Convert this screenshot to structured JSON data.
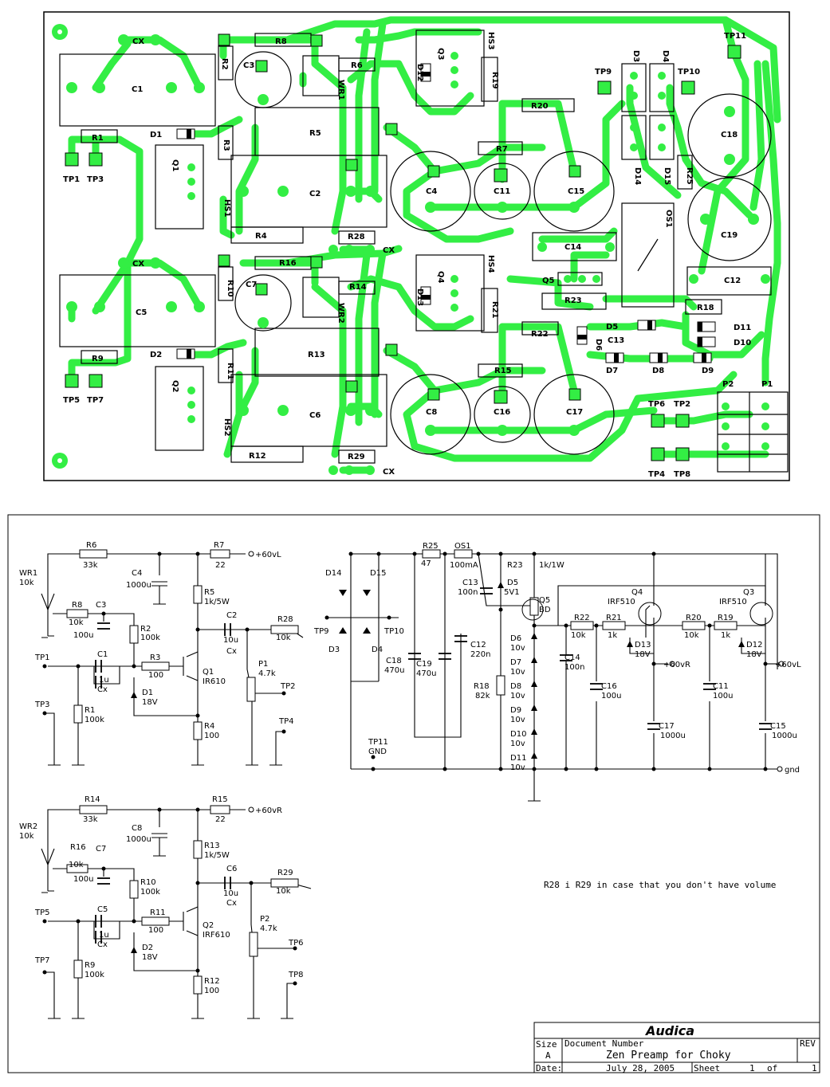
{
  "colors": {
    "trace": "#33ee44",
    "outline": "#000000",
    "board_bg": "#ffffff",
    "schematic_line": "#000000"
  },
  "pcb": {
    "labels": [
      {
        "id": "cx_top",
        "text": "CX"
      },
      {
        "id": "c1",
        "text": "C1"
      },
      {
        "id": "r1",
        "text": "R1"
      },
      {
        "id": "tp1",
        "text": "TP1"
      },
      {
        "id": "tp3",
        "text": "TP3"
      },
      {
        "id": "r2",
        "text": "R2"
      },
      {
        "id": "c3",
        "text": "C3"
      },
      {
        "id": "r8",
        "text": "R8"
      },
      {
        "id": "r6",
        "text": "R6"
      },
      {
        "id": "wr1",
        "text": "WR1"
      },
      {
        "id": "d1",
        "text": "D1"
      },
      {
        "id": "q1",
        "text": "Q1"
      },
      {
        "id": "r3",
        "text": "R3"
      },
      {
        "id": "hs1",
        "text": "HS1"
      },
      {
        "id": "r5",
        "text": "R5"
      },
      {
        "id": "c2",
        "text": "C2"
      },
      {
        "id": "r4",
        "text": "R4"
      },
      {
        "id": "r28",
        "text": "R28"
      },
      {
        "id": "cx_mid",
        "text": "CX"
      },
      {
        "id": "cx_left",
        "text": "CX"
      },
      {
        "id": "c5",
        "text": "C5"
      },
      {
        "id": "r10",
        "text": "R10"
      },
      {
        "id": "c7",
        "text": "C7"
      },
      {
        "id": "r16",
        "text": "R16"
      },
      {
        "id": "r14",
        "text": "R14"
      },
      {
        "id": "wr2",
        "text": "WR2"
      },
      {
        "id": "r9",
        "text": "R9"
      },
      {
        "id": "d2",
        "text": "D2"
      },
      {
        "id": "q2",
        "text": "Q2"
      },
      {
        "id": "r11",
        "text": "R11"
      },
      {
        "id": "hs2",
        "text": "HS2"
      },
      {
        "id": "r13",
        "text": "R13"
      },
      {
        "id": "c6",
        "text": "C6"
      },
      {
        "id": "r12",
        "text": "R12"
      },
      {
        "id": "r29",
        "text": "R29"
      },
      {
        "id": "cx_bot",
        "text": "CX"
      },
      {
        "id": "tp5",
        "text": "TP5"
      },
      {
        "id": "tp7",
        "text": "TP7"
      },
      {
        "id": "hs3",
        "text": "HS3"
      },
      {
        "id": "q3",
        "text": "Q3"
      },
      {
        "id": "d12",
        "text": "D12"
      },
      {
        "id": "r19",
        "text": "R19"
      },
      {
        "id": "r20",
        "text": "R20"
      },
      {
        "id": "r7",
        "text": "R7"
      },
      {
        "id": "c4",
        "text": "C4"
      },
      {
        "id": "c11",
        "text": "C11"
      },
      {
        "id": "c15",
        "text": "C15"
      },
      {
        "id": "hs4",
        "text": "HS4"
      },
      {
        "id": "q4",
        "text": "Q4"
      },
      {
        "id": "d13",
        "text": "D13"
      },
      {
        "id": "r21",
        "text": "R21"
      },
      {
        "id": "r22",
        "text": "R22"
      },
      {
        "id": "r15",
        "text": "R15"
      },
      {
        "id": "c8",
        "text": "C8"
      },
      {
        "id": "c16",
        "text": "C16"
      },
      {
        "id": "c17",
        "text": "C17"
      },
      {
        "id": "c14",
        "text": "C14"
      },
      {
        "id": "q5",
        "text": "Q5"
      },
      {
        "id": "r23",
        "text": "R23"
      },
      {
        "id": "d6",
        "text": "D6"
      },
      {
        "id": "d5",
        "text": "D5"
      },
      {
        "id": "c13",
        "text": "C13"
      },
      {
        "id": "d7",
        "text": "D7"
      },
      {
        "id": "d8",
        "text": "D8"
      },
      {
        "id": "d9",
        "text": "D9"
      },
      {
        "id": "tp11",
        "text": "TP11"
      },
      {
        "id": "tp9",
        "text": "TP9"
      },
      {
        "id": "d3",
        "text": "D3"
      },
      {
        "id": "d4",
        "text": "D4"
      },
      {
        "id": "tp10",
        "text": "TP10"
      },
      {
        "id": "d14",
        "text": "D14"
      },
      {
        "id": "d15",
        "text": "D15"
      },
      {
        "id": "r25",
        "text": "R25"
      },
      {
        "id": "c18",
        "text": "C18"
      },
      {
        "id": "os1",
        "text": "OS1"
      },
      {
        "id": "c19",
        "text": "C19"
      },
      {
        "id": "c12",
        "text": "C12"
      },
      {
        "id": "r18",
        "text": "R18"
      },
      {
        "id": "d11",
        "text": "D11"
      },
      {
        "id": "d10",
        "text": "D10"
      },
      {
        "id": "tp6",
        "text": "TP6"
      },
      {
        "id": "tp2",
        "text": "TP2"
      },
      {
        "id": "p2",
        "text": "P2"
      },
      {
        "id": "p1",
        "text": "P1"
      },
      {
        "id": "tp4",
        "text": "TP4"
      },
      {
        "id": "tp8",
        "text": "TP8"
      }
    ]
  },
  "schematic": {
    "labels": [
      {
        "id": "s_r6",
        "text": "R6"
      },
      {
        "id": "s_r6v",
        "text": "33k"
      },
      {
        "id": "s_r7",
        "text": "R7"
      },
      {
        "id": "s_r7v",
        "text": "22"
      },
      {
        "id": "s_60vl",
        "text": "+60vL"
      },
      {
        "id": "s_c4",
        "text": "C4"
      },
      {
        "id": "s_c4v",
        "text": "1000u"
      },
      {
        "id": "s_wr1",
        "text": "WR1"
      },
      {
        "id": "s_wr1v",
        "text": "10k"
      },
      {
        "id": "s_r8",
        "text": "R8"
      },
      {
        "id": "s_r8v",
        "text": "10k"
      },
      {
        "id": "s_c3",
        "text": "C3"
      },
      {
        "id": "s_c3v",
        "text": "100u"
      },
      {
        "id": "s_r5",
        "text": "R5"
      },
      {
        "id": "s_r5v",
        "text": "1k/5W"
      },
      {
        "id": "s_c2",
        "text": "C2"
      },
      {
        "id": "s_c2v",
        "text": "10u"
      },
      {
        "id": "s_cx2",
        "text": "Cx"
      },
      {
        "id": "s_r28",
        "text": "R28"
      },
      {
        "id": "s_r28v",
        "text": "10k"
      },
      {
        "id": "s_r2",
        "text": "R2"
      },
      {
        "id": "s_r2v",
        "text": "100k"
      },
      {
        "id": "s_tp1",
        "text": "TP1"
      },
      {
        "id": "s_c1",
        "text": "C1"
      },
      {
        "id": "s_c1v",
        "text": "1u"
      },
      {
        "id": "s_cx1",
        "text": "Cx"
      },
      {
        "id": "s_r3",
        "text": "R3"
      },
      {
        "id": "s_r3v",
        "text": "100"
      },
      {
        "id": "s_q1",
        "text": "Q1"
      },
      {
        "id": "s_q1v",
        "text": "IR610"
      },
      {
        "id": "s_p1",
        "text": "P1"
      },
      {
        "id": "s_p1v",
        "text": "4.7k"
      },
      {
        "id": "s_tp2",
        "text": "TP2"
      },
      {
        "id": "s_tp3",
        "text": "TP3"
      },
      {
        "id": "s_d1",
        "text": "D1"
      },
      {
        "id": "s_d1v",
        "text": "18V"
      },
      {
        "id": "s_r1",
        "text": "R1"
      },
      {
        "id": "s_r1v",
        "text": "100k"
      },
      {
        "id": "s_r4",
        "text": "R4"
      },
      {
        "id": "s_r4v",
        "text": "100"
      },
      {
        "id": "s_tp4",
        "text": "TP4"
      },
      {
        "id": "s_r14",
        "text": "R14"
      },
      {
        "id": "s_r14v",
        "text": "33k"
      },
      {
        "id": "s_r15",
        "text": "R15"
      },
      {
        "id": "s_r15v",
        "text": "22"
      },
      {
        "id": "s_60vr",
        "text": "+60vR"
      },
      {
        "id": "s_c8",
        "text": "C8"
      },
      {
        "id": "s_c8v",
        "text": "1000u"
      },
      {
        "id": "s_wr2",
        "text": "WR2"
      },
      {
        "id": "s_wr2v",
        "text": "10k"
      },
      {
        "id": "s_r16",
        "text": "R16"
      },
      {
        "id": "s_r16v",
        "text": "10k"
      },
      {
        "id": "s_c7",
        "text": "C7"
      },
      {
        "id": "s_c7v",
        "text": "100u"
      },
      {
        "id": "s_r13",
        "text": "R13"
      },
      {
        "id": "s_r13v",
        "text": "1k/5W"
      },
      {
        "id": "s_c6",
        "text": "C6"
      },
      {
        "id": "s_c6v",
        "text": "10u"
      },
      {
        "id": "s_cx6",
        "text": "Cx"
      },
      {
        "id": "s_r29",
        "text": "R29"
      },
      {
        "id": "s_r29v",
        "text": "10k"
      },
      {
        "id": "s_r10",
        "text": "R10"
      },
      {
        "id": "s_r10v",
        "text": "100k"
      },
      {
        "id": "s_tp5",
        "text": "TP5"
      },
      {
        "id": "s_c5",
        "text": "C5"
      },
      {
        "id": "s_c5v",
        "text": "1u"
      },
      {
        "id": "s_cx5",
        "text": "Cx"
      },
      {
        "id": "s_r11",
        "text": "R11"
      },
      {
        "id": "s_r11v",
        "text": "100"
      },
      {
        "id": "s_q2",
        "text": "Q2"
      },
      {
        "id": "s_q2v",
        "text": "IRF610"
      },
      {
        "id": "s_p2",
        "text": "P2"
      },
      {
        "id": "s_p2v",
        "text": "4.7k"
      },
      {
        "id": "s_tp6",
        "text": "TP6"
      },
      {
        "id": "s_tp7",
        "text": "TP7"
      },
      {
        "id": "s_d2",
        "text": "D2"
      },
      {
        "id": "s_d2v",
        "text": "18V"
      },
      {
        "id": "s_r9",
        "text": "R9"
      },
      {
        "id": "s_r9v",
        "text": "100k"
      },
      {
        "id": "s_r12",
        "text": "R12"
      },
      {
        "id": "s_r12v",
        "text": "100"
      },
      {
        "id": "s_tp8",
        "text": "TP8"
      },
      {
        "id": "s_r25",
        "text": "R25"
      },
      {
        "id": "s_r25v",
        "text": "47"
      },
      {
        "id": "s_os1",
        "text": "OS1"
      },
      {
        "id": "s_os1v",
        "text": "100mA"
      },
      {
        "id": "s_r23",
        "text": "R23"
      },
      {
        "id": "s_r23v",
        "text": "1k/1W"
      },
      {
        "id": "s_d14",
        "text": "D14"
      },
      {
        "id": "s_d15",
        "text": "D15"
      },
      {
        "id": "s_c13",
        "text": "C13"
      },
      {
        "id": "s_c13v",
        "text": "100n"
      },
      {
        "id": "s_d5",
        "text": "D5"
      },
      {
        "id": "s_d5v",
        "text": "5V1"
      },
      {
        "id": "s_q5",
        "text": "Q5"
      },
      {
        "id": "s_q5v",
        "text": "BD"
      },
      {
        "id": "s_q4",
        "text": "Q4"
      },
      {
        "id": "s_q4v",
        "text": "IRF510"
      },
      {
        "id": "s_q3",
        "text": "Q3"
      },
      {
        "id": "s_q3v",
        "text": "IRF510"
      },
      {
        "id": "s_tp9",
        "text": "TP9"
      },
      {
        "id": "s_tp10",
        "text": "TP10"
      },
      {
        "id": "s_d3",
        "text": "D3"
      },
      {
        "id": "s_d4",
        "text": "D4"
      },
      {
        "id": "s_r22",
        "text": "R22"
      },
      {
        "id": "s_r22v",
        "text": "10k"
      },
      {
        "id": "s_r21",
        "text": "R21"
      },
      {
        "id": "s_r21v",
        "text": "1k"
      },
      {
        "id": "s_r20",
        "text": "R20"
      },
      {
        "id": "s_r20v",
        "text": "10k"
      },
      {
        "id": "s_r19",
        "text": "R19"
      },
      {
        "id": "s_r19v",
        "text": "1k"
      },
      {
        "id": "s_d13",
        "text": "D13"
      },
      {
        "id": "s_d13v",
        "text": "18V"
      },
      {
        "id": "s_d12",
        "text": "D12"
      },
      {
        "id": "s_d12v",
        "text": "18V"
      },
      {
        "id": "s_60vr2",
        "text": "+60vR"
      },
      {
        "id": "s_60vl2",
        "text": "+60vL"
      },
      {
        "id": "s_c12",
        "text": "C12"
      },
      {
        "id": "s_c12v",
        "text": "220n"
      },
      {
        "id": "s_d6",
        "text": "D6"
      },
      {
        "id": "s_d6v",
        "text": "10v"
      },
      {
        "id": "s_c14",
        "text": "C14"
      },
      {
        "id": "s_c14v",
        "text": "100n"
      },
      {
        "id": "s_c18",
        "text": "C18"
      },
      {
        "id": "s_c18v",
        "text": "470u"
      },
      {
        "id": "s_c19",
        "text": "C19"
      },
      {
        "id": "s_c19v",
        "text": "470u"
      },
      {
        "id": "s_d7",
        "text": "D7"
      },
      {
        "id": "s_d7v",
        "text": "10v"
      },
      {
        "id": "s_c16",
        "text": "C16"
      },
      {
        "id": "s_c16v",
        "text": "100u"
      },
      {
        "id": "s_c11",
        "text": "C11"
      },
      {
        "id": "s_c11v",
        "text": "100u"
      },
      {
        "id": "s_r18",
        "text": "R18"
      },
      {
        "id": "s_r18v",
        "text": "82k"
      },
      {
        "id": "s_d8",
        "text": "D8"
      },
      {
        "id": "s_d8v",
        "text": "10v"
      },
      {
        "id": "s_d9",
        "text": "D9"
      },
      {
        "id": "s_d9v",
        "text": "10v"
      },
      {
        "id": "s_c17",
        "text": "C17"
      },
      {
        "id": "s_c17v",
        "text": "1000u"
      },
      {
        "id": "s_c15",
        "text": "C15"
      },
      {
        "id": "s_c15v",
        "text": "1000u"
      },
      {
        "id": "s_tp11",
        "text": "TP11"
      },
      {
        "id": "s_gnd",
        "text": "GND"
      },
      {
        "id": "s_d10",
        "text": "D10"
      },
      {
        "id": "s_d10v",
        "text": "10v"
      },
      {
        "id": "s_d11",
        "text": "D11"
      },
      {
        "id": "s_d11v",
        "text": "10v"
      },
      {
        "id": "s_gnd2",
        "text": "gnd"
      }
    ],
    "note": "R28 i R29  in case that you don't have volume"
  },
  "title_block": {
    "company": "Audica",
    "size_label": "Size",
    "size_value": "A",
    "doc_label": "Document  Number",
    "rev_label": "REV",
    "doc_title": "Zen Preamp for Choky",
    "date_label": "Date:",
    "date_value": "July 28, 2005",
    "sheet_label": "Sheet",
    "sheet_num": "1",
    "sheet_of": "of",
    "sheet_total": "1"
  }
}
